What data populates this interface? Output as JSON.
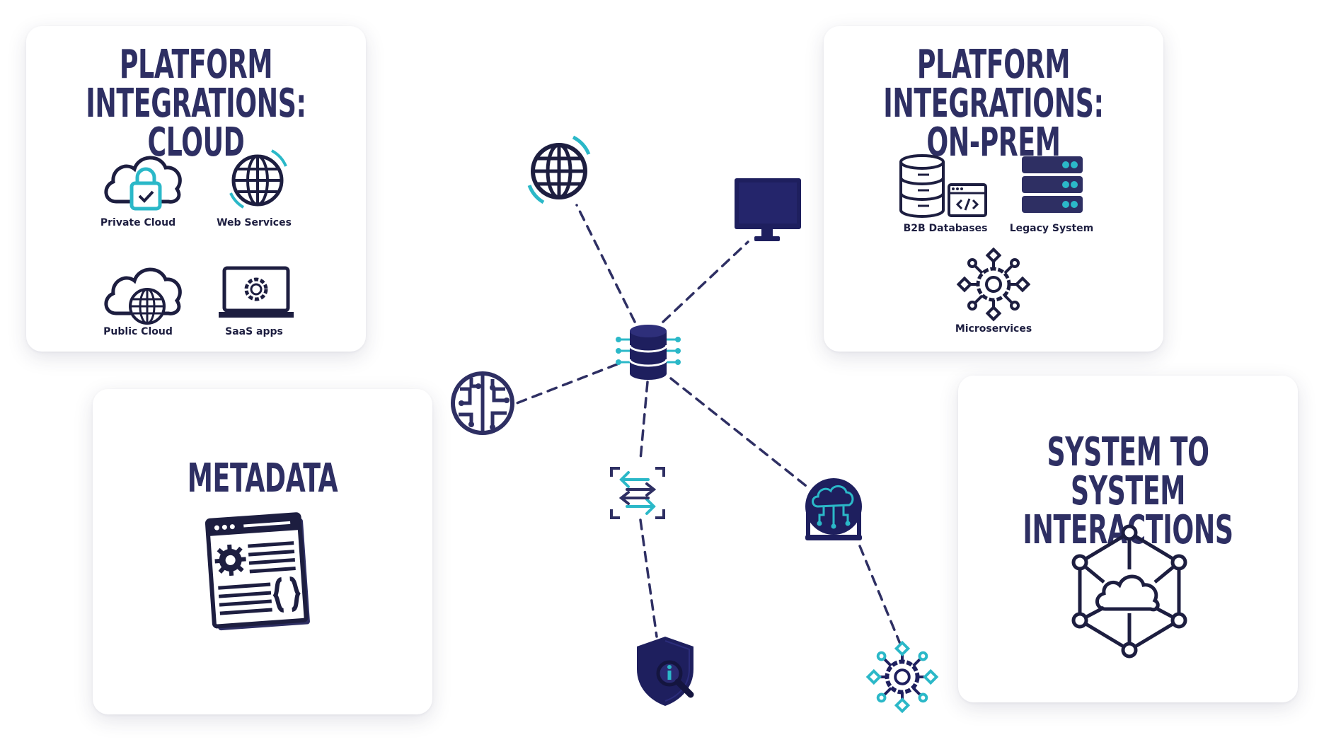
{
  "cards": {
    "cloud": {
      "title_line1": "PLATFORM",
      "title_line2": "INTEGRATIONS: CLOUD",
      "items": {
        "private_cloud": "Private Cloud",
        "web_services": "Web Services",
        "public_cloud": "Public Cloud",
        "saas_apps": "SaaS apps"
      }
    },
    "onprem": {
      "title_line1": "PLATFORM",
      "title_line2": "INTEGRATIONS: ON-PREM",
      "items": {
        "b2b_databases": "B2B Databases",
        "legacy_system": "Legacy System",
        "microservices": "Microservices"
      }
    },
    "metadata": {
      "title": "METADATA"
    },
    "system": {
      "title_line1": "SYSTEM TO SYSTEM",
      "title_line2": "INTERACTIONS"
    }
  },
  "colors": {
    "navy": "#2e2f63",
    "dark": "#1d1e40",
    "teal": "#2bb8c8",
    "dash": "#2e2f63"
  },
  "hub_icons": [
    "database-hub-icon",
    "globe-icon",
    "monitor-icon",
    "circuit-brain-icon",
    "transfer-arrows-icon",
    "cloud-network-screen-icon",
    "security-shield-icon",
    "gear-network-icon"
  ]
}
